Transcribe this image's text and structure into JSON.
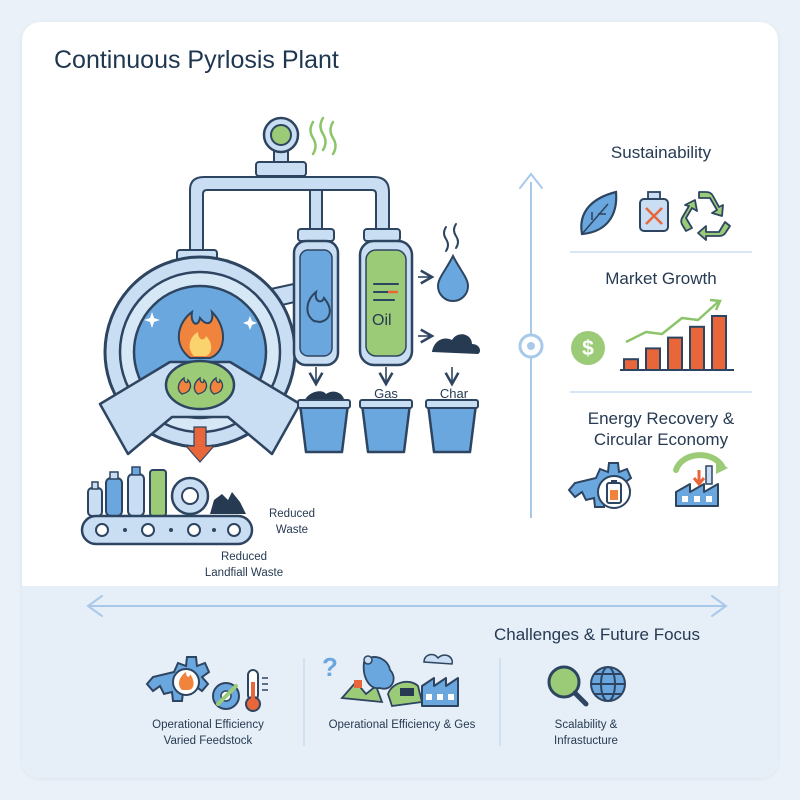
{
  "title": "Continuous Pyrlosis Plant",
  "plant": {
    "oil_label": "Oil",
    "gas_label": "Gas",
    "char_label": "Char",
    "reduced_waste": [
      "Reduced",
      "Waste"
    ],
    "reduced_landfill": [
      "Reduced",
      "Landfiall Waste"
    ]
  },
  "benefits": {
    "sustainability": "Sustainability",
    "market_growth": "Market Growth",
    "energy_recovery": [
      "Energy Recovery &",
      "Circular Economy"
    ]
  },
  "challenges": {
    "heading": "Challenges & Future Focus",
    "items": [
      {
        "lines": [
          "Operational Efficiency",
          "Varied Feedstock"
        ]
      },
      {
        "lines": [
          "Operational Efficiency & Ges"
        ]
      },
      {
        "lines": [
          "Scalability &",
          "Infrastucture"
        ]
      }
    ]
  },
  "colors": {
    "navy": "#2e4561",
    "light_blue": "#c9def2",
    "mid_blue": "#6aa7de",
    "green": "#9ccb78",
    "orange": "#e8663a",
    "flame": "#f0843c"
  },
  "chart_data": {
    "type": "bar",
    "values": [
      1,
      2,
      3,
      4,
      5
    ],
    "trend": "increasing"
  }
}
